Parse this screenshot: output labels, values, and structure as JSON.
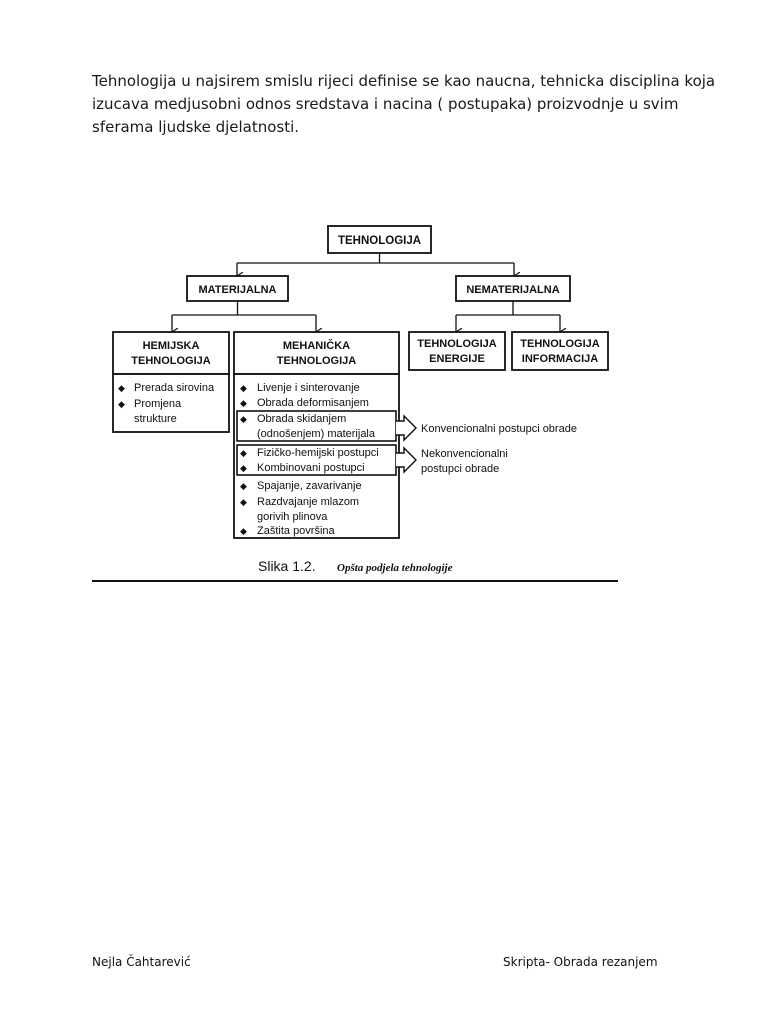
{
  "intro": {
    "lines": [
      "Tehnologija u najsirem smislu rijeci definise se kao naucna, tehnicka disciplina koja",
      "izucava medjusobni odnos sredstava i nacina ( postupaka) proizvodnje u svim",
      "sferama ljudske djelatnosti."
    ]
  },
  "diagram": {
    "root": "TEHNOLOGIJA",
    "materijalna": "MATERIJALNA",
    "nematerijalna": "NEMATERIJALNA",
    "hemijska": [
      "HEMIJSKA",
      "TEHNOLOGIJA"
    ],
    "hemijska_items": [
      "Prerada sirovina",
      "Promjena",
      "strukture"
    ],
    "mehanicka": [
      "MEHANIČKA",
      "TEHNOLOGIJA"
    ],
    "mehanicka_items": {
      "i1": "Livenje  i  sinterovanje",
      "i2": "Obrada  deformisanjem",
      "i3a": "Obrada  skidanjem",
      "i3b": "(odnošenjem)  materijala",
      "i4": "Fizičko-hemijski  postupci",
      "i5": "Kombinovani  postupci",
      "i6": "Spajanje,  zavarivanje",
      "i7a": "Razdvajanje  mlazom",
      "i7b": "gorivih  plinova",
      "i8": "Zaštita  površina"
    },
    "energije": [
      "TEHNOLOGIJA",
      "ENERGIJE"
    ],
    "informacija": [
      "TEHNOLOGIJA",
      "INFORMACIJA"
    ],
    "konvencionalni": "Konvencionalni  postupci  obrade",
    "nekonvencionalni": [
      "Nekonvencionalni",
      "postupci  obrade"
    ],
    "caption_label": "Slika  1.2.",
    "caption_text": "Opšta podjela tehnologije"
  },
  "footer": {
    "author": "Nejla Čahtarević",
    "title": "Skripta- Obrada rezanjem"
  }
}
